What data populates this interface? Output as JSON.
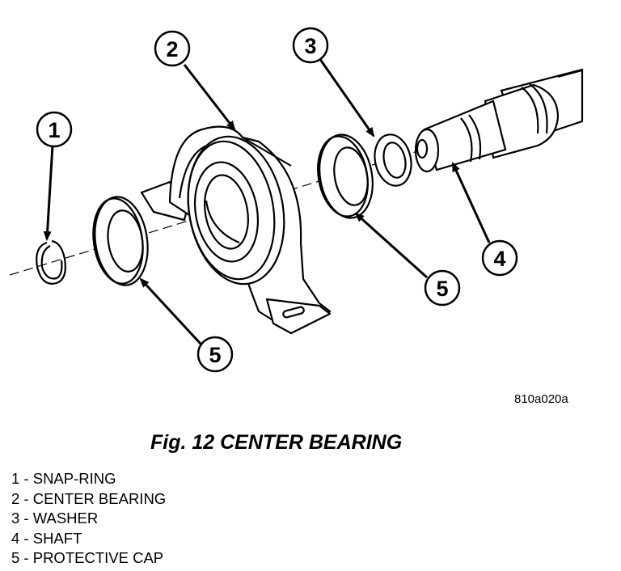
{
  "figure_code": "810a020a",
  "caption": "Fig. 12 CENTER BEARING",
  "callouts": {
    "c1": "1",
    "c2": "2",
    "c3": "3",
    "c4": "4",
    "c5a": "5",
    "c5b": "5"
  },
  "legend": [
    "1 - SNAP-RING",
    "2 - CENTER BEARING",
    "3 - WASHER",
    "4 - SHAFT",
    "5 - PROTECTIVE CAP"
  ]
}
